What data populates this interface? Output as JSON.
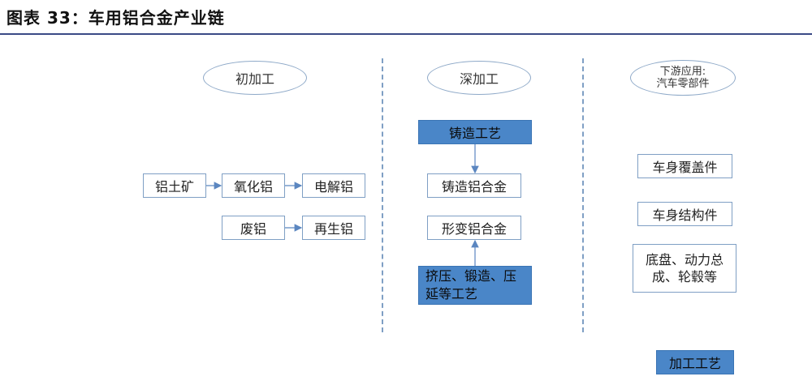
{
  "title": "图表 33：车用铝合金产业链",
  "stages": {
    "primary": "初加工",
    "deep": "深加工",
    "downstream_line1": "下游应用:",
    "downstream_line2": "汽车零部件"
  },
  "primary": {
    "bauxite": "铝土矿",
    "alumina": "氧化铝",
    "electrolytic": "电解铝",
    "scrap": "废铝",
    "recycled": "再生铝"
  },
  "deep": {
    "casting_process": "铸造工艺",
    "cast_alloy": "铸造铝合金",
    "wrought_alloy": "形变铝合金",
    "forming_process": "挤压、锻造、压\n延等工艺"
  },
  "downstream": {
    "body_cover": "车身覆盖件",
    "body_structure": "车身结构件",
    "chassis": "底盘、动力总\n成、轮毂等"
  },
  "legend": {
    "process_label": "加工工艺"
  },
  "colors": {
    "process_fill": "#4a86c8",
    "box_border": "#7f9fc4",
    "rule": "#3a4a86"
  }
}
